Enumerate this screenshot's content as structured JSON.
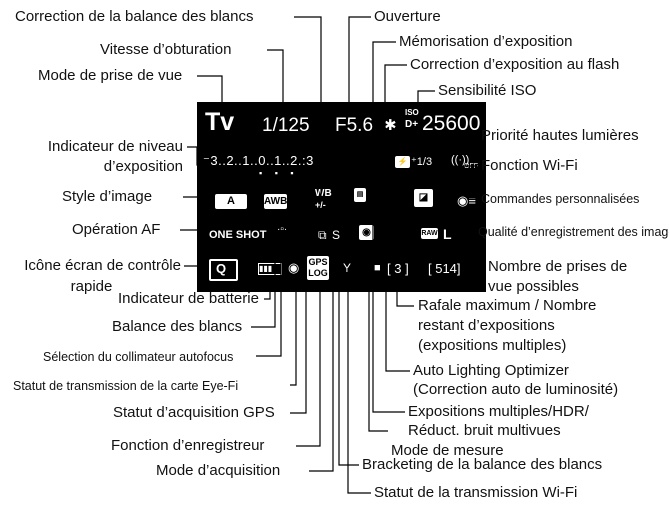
{
  "labels": {
    "wb_correction": "Correction de la balance des blancs",
    "aperture": "Ouverture",
    "shutter_speed": "Vitesse d’obturation",
    "ae_lock": "Mémorisation d’exposition",
    "flash_comp": "Correction d’exposition au flash",
    "shooting_mode": "Mode de prise de vue",
    "iso": "Sensibilité ISO",
    "highlight_priority": "Priorité hautes lumières",
    "exposure_level_1": "Indicateur de niveau",
    "exposure_level_2": "d’exposition",
    "wifi_function": "Fonction Wi-Fi",
    "picture_style": "Style d’image",
    "custom_controls": "Commandes personnalisées",
    "af_operation": "Opération AF",
    "image_quality": "Qualité d’enregistrement des images",
    "quick_control_1": "Icône écran de contrôle",
    "quick_control_2": "rapide",
    "shots_possible_1": "Nombre de prises de",
    "shots_possible_2": "vue possibles",
    "battery": "Indicateur de batterie",
    "max_burst_1": "Rafale maximum / Nombre",
    "max_burst_2": "restant d’expositions",
    "max_burst_3": "(expositions multiples)",
    "white_balance": "Balance des blancs",
    "af_point_selection": "Sélection du collimateur autofocus",
    "alo_1": "Auto Lighting Optimizer",
    "alo_2": "(Correction auto de luminosité)",
    "eyefi": "Statut de transmission de la carte Eye-Fi",
    "multi_exp_1": "Expositions multiples/HDR/",
    "multi_exp_2": "Réduct. bruit multivues",
    "gps": "Statut d’acquisition GPS",
    "metering": "Mode de mesure",
    "logger": "Fonction d’enregistreur",
    "drive": "Mode d’acquisition",
    "wb_bracketing": "Bracketing de la balance des blancs",
    "wifi_transmission": "Statut de la transmission Wi-Fi"
  },
  "screen": {
    "mode": "Tv",
    "shutter": "1/125",
    "aperture": "F5.6",
    "ae_lock": "✱",
    "iso_tag_top": "ISO",
    "iso_tag_bottom": "D+",
    "iso": "25600",
    "scale": "⁻3..2..1..0..1..2.:3",
    "flash_comp_value": "⁺1/3",
    "wifi_off": "OFF",
    "picture_style": "A",
    "awb": "AWB",
    "wb_shift_top": "WB",
    "wb_shift_bottom": "+/-",
    "af_mode": "ONE SHOT",
    "drive": "S",
    "raw": "RAW",
    "quality": "L",
    "q_button": "Q",
    "gps_top": "GPS",
    "gps_bottom": "LOG",
    "max_burst": "[ 3 ]",
    "shots": "[ 514]"
  }
}
